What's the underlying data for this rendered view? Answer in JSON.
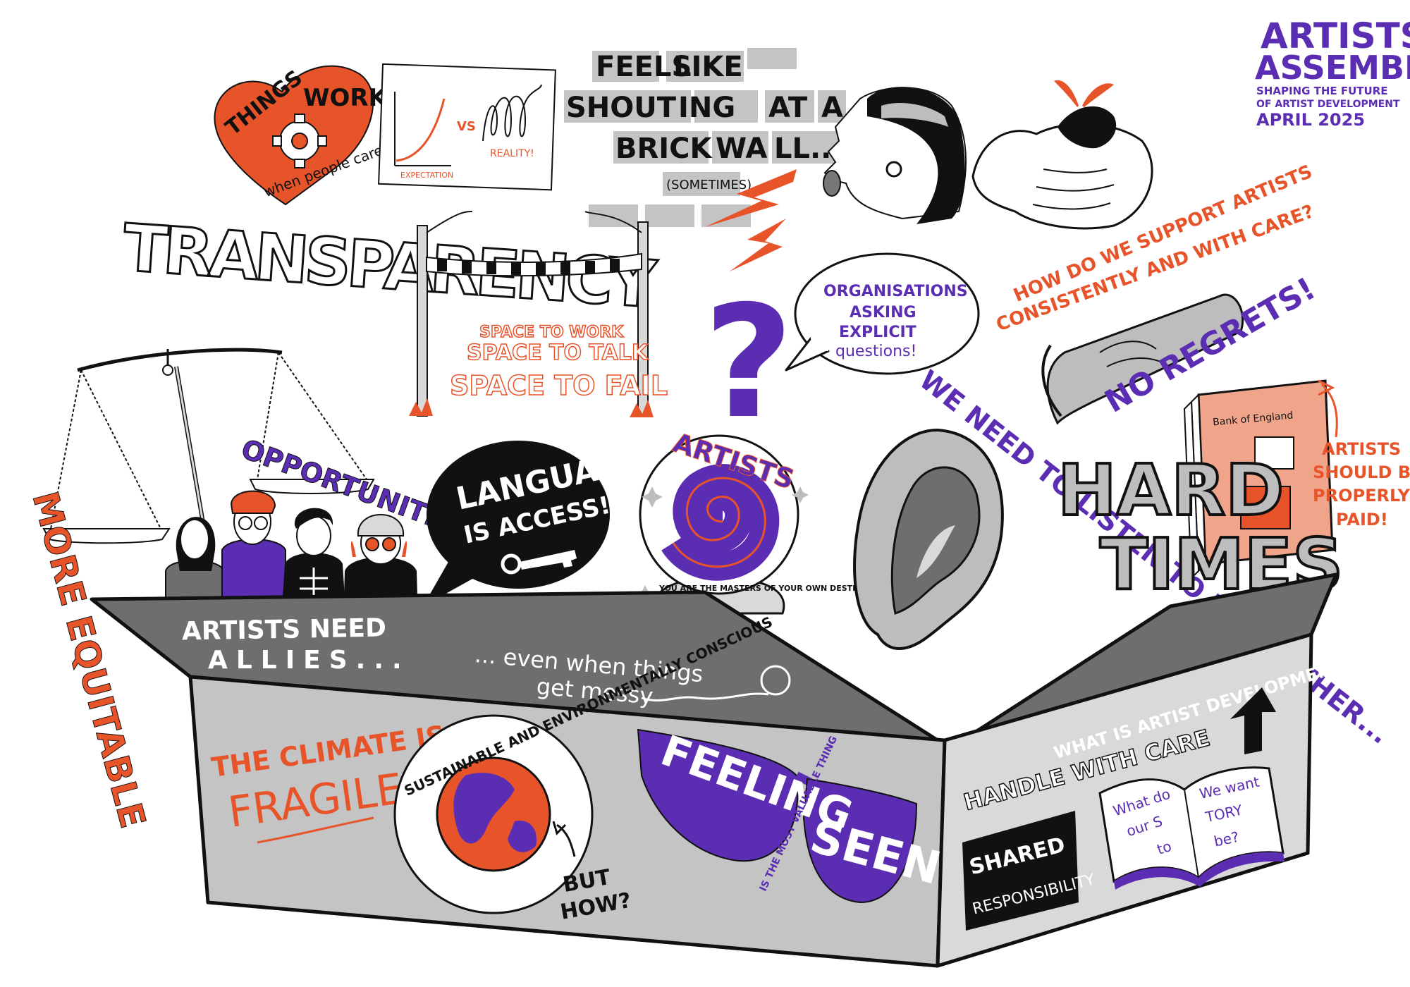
{
  "colors": {
    "orange": "#e8542a",
    "purple": "#5b2db3",
    "black": "#111111",
    "grey": "#bdbdbd",
    "dark_grey": "#6e6e6e",
    "light_grey": "#d9d9d9",
    "white": "#ffffff"
  },
  "header": {
    "title_line1": "ARTISTS",
    "title_line2": "ASSEMBLY:",
    "subtitle_line1": "SHAPING THE FUTURE",
    "subtitle_line2": "OF ARTIST DEVELOPMENT",
    "date": "APRIL 2025"
  },
  "heart": {
    "line1": "THINGS",
    "line2": "WORK",
    "line3": "when people care",
    "icon": "gear-icon"
  },
  "graph": {
    "left_label": "EXPECTATION",
    "vs": "VS",
    "right_label": "REALITY!"
  },
  "brick_wall": {
    "words": [
      "FEELS",
      "LIKE",
      "SHOUT",
      "ING",
      "AT",
      "A",
      "BRICK",
      "WA",
      "LL..."
    ],
    "aside": "(SOMETIMES)"
  },
  "support_question": {
    "line1": "HOW DO WE SUPPORT ARTISTS",
    "line2": "CONSISTENTLY AND WITH CARE?"
  },
  "transparency": "TRANSPARENCY",
  "space": {
    "line1": "SPACE TO WORK",
    "line2": "SPACE TO TALK",
    "line3": "SPACE TO FAIL"
  },
  "question_mark": "?",
  "organisations_bubble": {
    "line1": "ORGANISATIONS",
    "line2": "ASKING",
    "line3": "EXPLICIT",
    "line4": "questions!"
  },
  "no_regrets": "NO REGRETS!",
  "scales": {
    "left": "MORE EQUITABLE",
    "right": "OPPORTUNITIES"
  },
  "language_bubble": {
    "line1": "LANGUAGE",
    "line2": "IS ACCESS!",
    "icon": "key-icon"
  },
  "crystal_ball": {
    "top": "ARTISTS",
    "spiral": "YOU ARE THE MASTERS OF YOUR OWN DESTINY..."
  },
  "listen": "WE NEED TO LISTEN TO EACH OTHER...",
  "hard_times": {
    "line1": "HARD",
    "line2": "TIMES"
  },
  "banknote": {
    "bank": "Bank of England"
  },
  "paid": {
    "line1": "ARTISTS",
    "line2": "SHOULD BE",
    "line3": "PROPERLY",
    "line4": "PAID!"
  },
  "box": {
    "flap_left_line1": "ARTISTS NEED",
    "flap_left_line2": "ALLIES...",
    "flap_mid_line1": "... even when things",
    "flap_mid_line2": "get messy",
    "flap_right": "WHAT IS ARTIST DEVELOPMENT?",
    "climate_line1": "THE CLIMATE IS",
    "climate_line2": "FRAGILE!",
    "globe_ring": "SUSTAINABLE AND ENVIRONMENTALLY CONSCIOUS",
    "but_how_line1": "BUT",
    "but_how_line2": "HOW?",
    "feeling": "FEELING",
    "seen": "SEEN",
    "seen_caption": "IS THE MOST VALUABLE THING",
    "handle": "HANDLE WITH CARE",
    "shared_line1": "SHARED",
    "shared_line2": "RESPONSIBILITY",
    "book_line1": "What do",
    "book_line2": "our S",
    "book_line3": "to",
    "book_line4": "We want",
    "book_line5": "TORY",
    "book_line6": "be?"
  }
}
